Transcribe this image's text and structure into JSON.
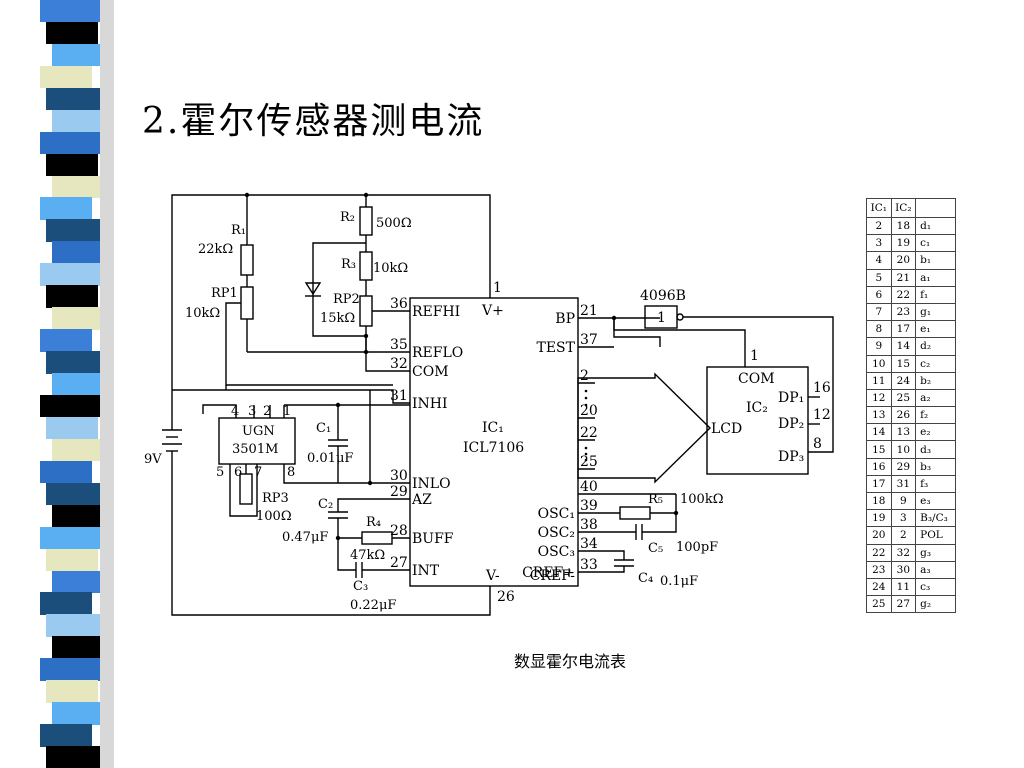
{
  "slide": {
    "title": "2.霍尔传感器测电流",
    "caption": "数显霍尔电流表",
    "stripe_colors": [
      "#3b7fd9",
      "#000000",
      "#5aaef2",
      "#e6e7bf",
      "#1b4e7a",
      "#9bcaf0",
      "#2e6fc6",
      "#000000",
      "#e6e7bf",
      "#5aaef2",
      "#1b4e7a",
      "#2e6fc6",
      "#9bcaf0",
      "#000000",
      "#e6e7bf",
      "#3b7fd9",
      "#1b4e7a",
      "#5aaef2",
      "#000000",
      "#9bcaf0",
      "#e6e7bf",
      "#2e6fc6",
      "#1b4e7a",
      "#000000",
      "#5aaef2",
      "#e6e7bf",
      "#3b7fd9",
      "#1b4e7a",
      "#9bcaf0",
      "#000000",
      "#2e6fc6",
      "#e6e7bf",
      "#5aaef2",
      "#1b4e7a",
      "#000000"
    ]
  },
  "schematic": {
    "ic1_name": "IC₁",
    "ic1_part": "ICL7106",
    "ic1_left_pins": [
      {
        "num": "36",
        "label": "REFHI"
      },
      {
        "num": "35",
        "label": "REFLO"
      },
      {
        "num": "32",
        "label": "COM"
      },
      {
        "num": "31",
        "label": "INHI"
      },
      {
        "num": "30",
        "label": "INLO"
      },
      {
        "num": "29",
        "label": "AZ"
      },
      {
        "num": "28",
        "label": "BUFF"
      },
      {
        "num": "27",
        "label": "INT"
      }
    ],
    "ic1_top": {
      "num": "1",
      "label": "V+"
    },
    "ic1_bottom": {
      "num": "26",
      "label": "V-"
    },
    "ic1_right_pins": [
      {
        "num": "21",
        "label": "BP"
      },
      {
        "num": "37",
        "label": "TEST"
      },
      {
        "num": "2",
        "label": ""
      },
      {
        "num": "20",
        "label": ""
      },
      {
        "num": "22",
        "label": ""
      },
      {
        "num": "25",
        "label": ""
      },
      {
        "num": "40",
        "label": ""
      },
      {
        "num": "39",
        "label": "OSC₁"
      },
      {
        "num": "38",
        "label": "OSC₂"
      },
      {
        "num": "34",
        "label": "OSC₃"
      },
      {
        "num": "33",
        "label": "CREF+"
      },
      {
        "num": "",
        "label": "CREF-"
      }
    ],
    "components": {
      "r1": "R₁",
      "r1_val": "22kΩ",
      "rp1": "RP1",
      "rp1_val": "10kΩ",
      "r2": "R₂",
      "r2_val": "500Ω",
      "r3": "R₃",
      "r3_val": "10kΩ",
      "rp2": "RP2",
      "rp2_val": "15kΩ",
      "c1": "C₁",
      "c1_val": "0.01μF",
      "c2": "C₂",
      "c2_val": "0.47μF",
      "r4": "R₄",
      "r4_val": "47kΩ",
      "c3": "C₃",
      "c3_val": "0.22μF",
      "rp3": "RP3",
      "rp3_val": "100Ω",
      "r5": "R₅",
      "r5_val": "100kΩ",
      "c5": "C₅",
      "c5_val": "100pF",
      "c4": "C₄",
      "c4_val": "0.1μF",
      "battery": "9V"
    },
    "ugn": {
      "name": "UGN",
      "part": "3501M",
      "pins": [
        "4",
        "3",
        "2",
        "1",
        "5",
        "6",
        "7",
        "8"
      ]
    },
    "gate": {
      "name": "4096B",
      "symbol": "1"
    },
    "ic2": {
      "name": "IC₂",
      "lcd": "LCD",
      "com": "COM",
      "com_pin": "1",
      "dp1": "DP₁",
      "dp1_pin": "16",
      "dp2": "DP₂",
      "dp2_pin": "12",
      "dp3": "DP₃",
      "dp3_pin": "8"
    }
  },
  "pin_table": {
    "headers": [
      "IC₁",
      "IC₂",
      ""
    ],
    "rows": [
      [
        "2",
        "18",
        "d₁"
      ],
      [
        "3",
        "19",
        "c₁"
      ],
      [
        "4",
        "20",
        "b₁"
      ],
      [
        "5",
        "21",
        "a₁"
      ],
      [
        "6",
        "22",
        "f₁"
      ],
      [
        "7",
        "23",
        "g₁"
      ],
      [
        "8",
        "17",
        "e₁"
      ],
      [
        "9",
        "14",
        "d₂"
      ],
      [
        "10",
        "15",
        "c₂"
      ],
      [
        "11",
        "24",
        "b₂"
      ],
      [
        "12",
        "25",
        "a₂"
      ],
      [
        "13",
        "26",
        "f₂"
      ],
      [
        "14",
        "13",
        "e₂"
      ],
      [
        "15",
        "10",
        "d₃"
      ],
      [
        "16",
        "29",
        "b₃"
      ],
      [
        "17",
        "31",
        "f₃"
      ],
      [
        "18",
        "9",
        "e₃"
      ],
      [
        "19",
        "3",
        "B₃/C₃"
      ],
      [
        "20",
        "2",
        "POL"
      ],
      [
        "22",
        "32",
        "g₃"
      ],
      [
        "23",
        "30",
        "a₃"
      ],
      [
        "24",
        "11",
        "c₃"
      ],
      [
        "25",
        "27",
        "g₂"
      ]
    ]
  }
}
